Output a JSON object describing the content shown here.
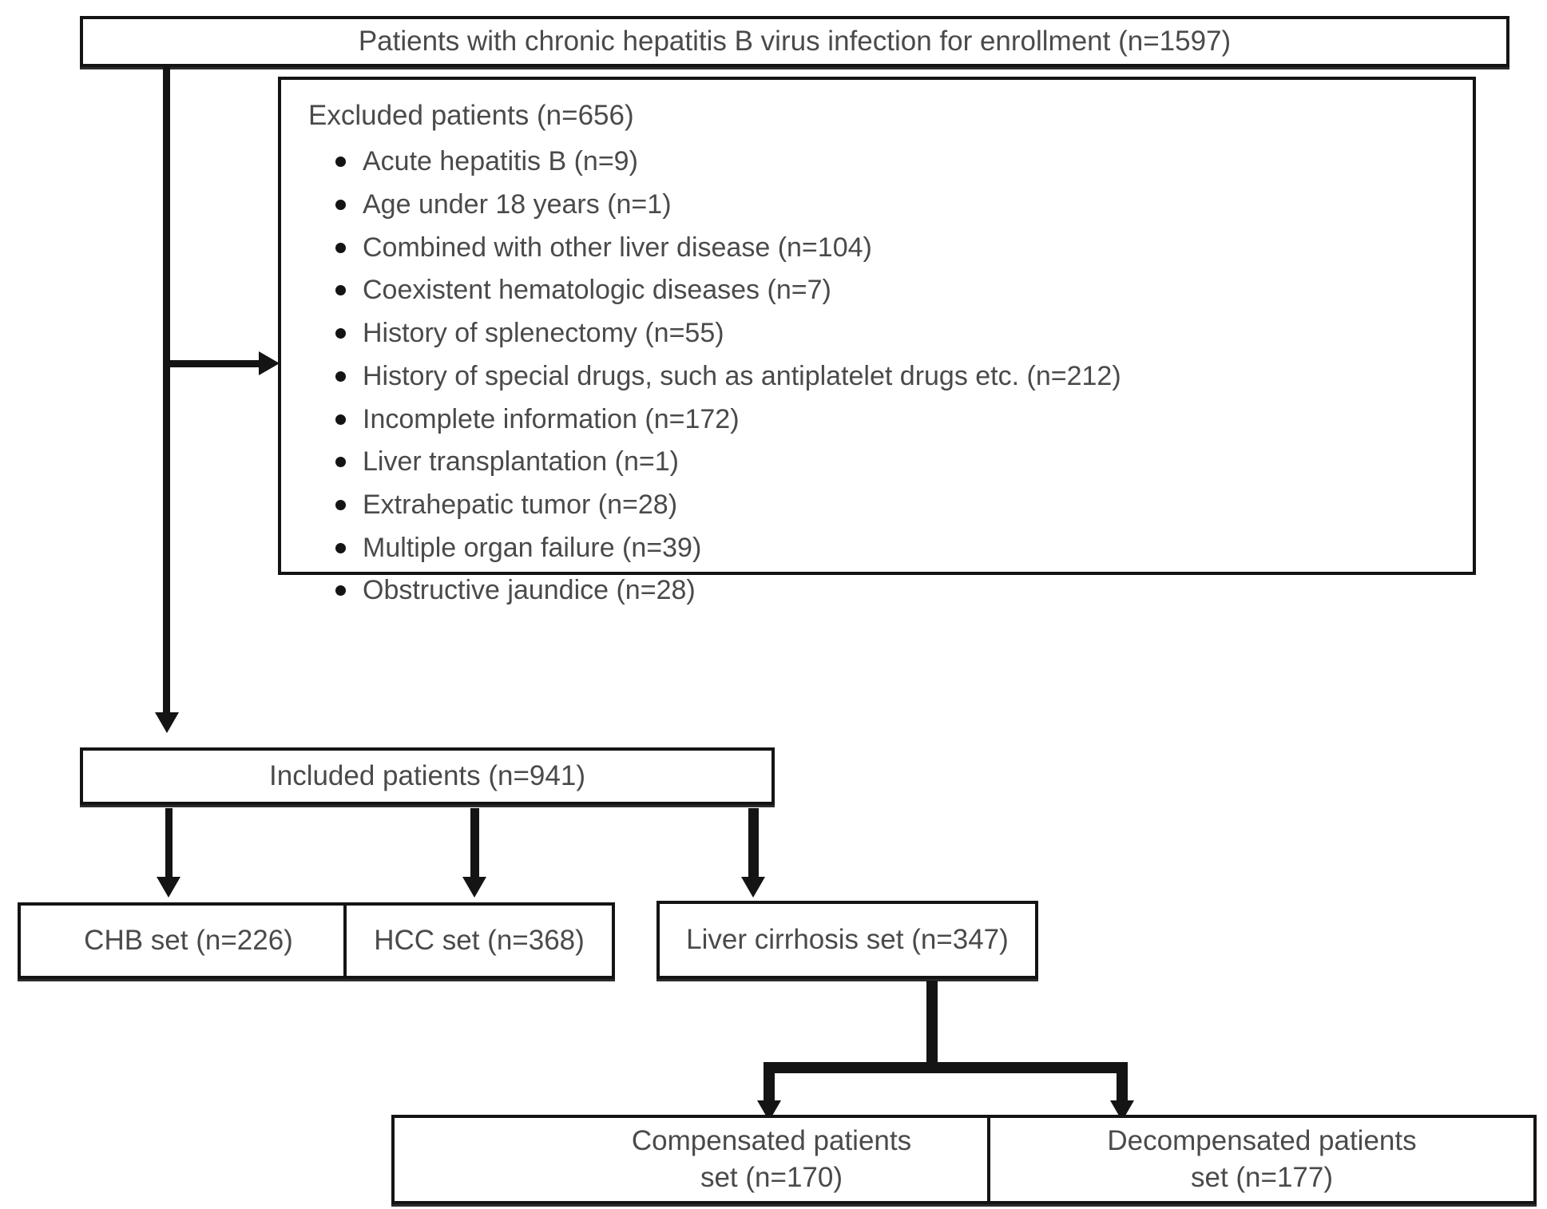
{
  "diagram": {
    "title": "Patient enrollment flow diagram",
    "colors": {
      "line": "#141414",
      "text": "#4a4a4a",
      "background": "#ffffff"
    },
    "enrollment": {
      "label": "Patients with chronic hepatitis B virus infection for enrollment (n=1597)",
      "n": 1597
    },
    "excluded": {
      "title": "Excluded patients (n=656)",
      "n": 656,
      "items": [
        {
          "label": "Acute hepatitis B (n=9)",
          "n": 9
        },
        {
          "label": "Age under 18 years (n=1)",
          "n": 1
        },
        {
          "label": "Combined with other liver disease (n=104)",
          "n": 104
        },
        {
          "label": "Coexistent hematologic diseases (n=7)",
          "n": 7
        },
        {
          "label": "History of splenectomy (n=55)",
          "n": 55
        },
        {
          "label": "History of special drugs, such as antiplatelet drugs etc. (n=212)",
          "n": 212
        },
        {
          "label": "Incomplete information (n=172)",
          "n": 172
        },
        {
          "label": "Liver transplantation (n=1)",
          "n": 1
        },
        {
          "label": "Extrahepatic tumor (n=28)",
          "n": 28
        },
        {
          "label": "Multiple organ failure (n=39)",
          "n": 39
        },
        {
          "label": "Obstructive jaundice (n=28)",
          "n": 28
        }
      ]
    },
    "included": {
      "label": "Included patients (n=941)",
      "n": 941
    },
    "sets": [
      {
        "label": "CHB set (n=226)",
        "n": 226
      },
      {
        "label": "HCC set (n=368)",
        "n": 368
      },
      {
        "label": "Liver cirrhosis set (n=347)",
        "n": 347
      }
    ],
    "cirrhosis_subsets": [
      {
        "label": "Compensated patients\nset (n=170)",
        "n": 170
      },
      {
        "label": "Decompensated patients\nset (n=177)",
        "n": 177
      }
    ]
  }
}
